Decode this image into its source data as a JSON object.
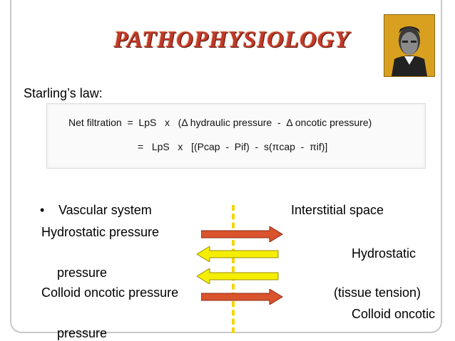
{
  "slide": {
    "title": "PATHOPHYSIOLOGY",
    "portrait": {
      "icon": "portrait-photo",
      "color": "#d9a020"
    },
    "starling_label": "Starling’s law:",
    "formula": {
      "line1": "Net filtration  =  LpS   x   (Δ hydraulic pressure  -  Δ oncotic pressure)",
      "line2": "=   LpS   x   [(Pcap  -  Pif)  -  s(πcap  -  πif)]"
    },
    "bullet": "•",
    "left_header": "Vascular system",
    "right_header": "Interstitial space",
    "left_items": {
      "hydrostatic": "Hydrostatic pressure",
      "colloid": "Colloid oncotic pressure"
    },
    "right_items": {
      "hydrostatic_1": "Hydrostatic",
      "hydrostatic_2": "pressure",
      "tissue": "(tissue tension)",
      "colloid_1": "Colloid oncotic",
      "colloid_2": "pressure"
    },
    "colors": {
      "title": "#c0392b",
      "arrow_red": "#d9532c",
      "arrow_yellow": "#f5ee00",
      "divider": "#f5d400"
    }
  }
}
